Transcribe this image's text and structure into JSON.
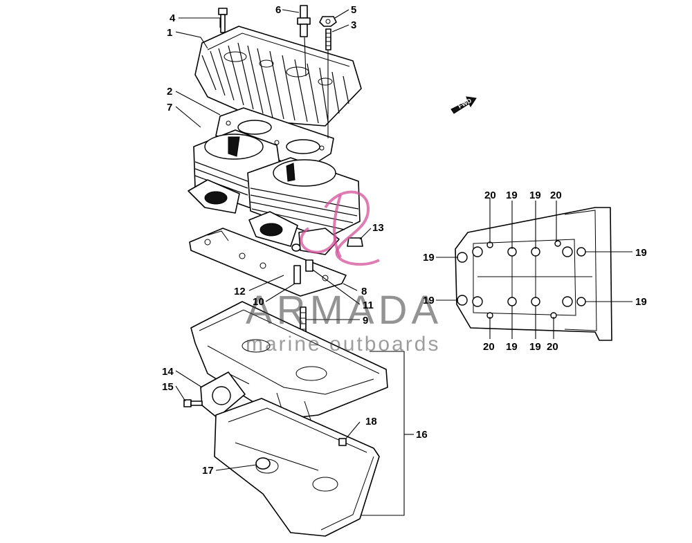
{
  "callouts": {
    "c1": "1",
    "c2": "2",
    "c3": "3",
    "c4": "4",
    "c5": "5",
    "c6": "6",
    "c7": "7",
    "c8": "8",
    "c9": "9",
    "c10": "10",
    "c11": "11",
    "c12": "12",
    "c13": "13",
    "c14": "14",
    "c15": "15",
    "c16": "16",
    "c17": "17",
    "c18": "18",
    "r20a": "20",
    "r19a": "19",
    "r19b": "19",
    "r20b": "20",
    "r19l1": "19",
    "r19r1": "19",
    "r19l2": "19",
    "r19r2": "19",
    "r20c": "20",
    "r19c": "19",
    "r19d": "19",
    "r20d": "20"
  },
  "fwd_label": "FWD",
  "watermark": {
    "title": "ARMADA",
    "subtitle": "marine outboards",
    "logo_color": "#d4529a"
  }
}
